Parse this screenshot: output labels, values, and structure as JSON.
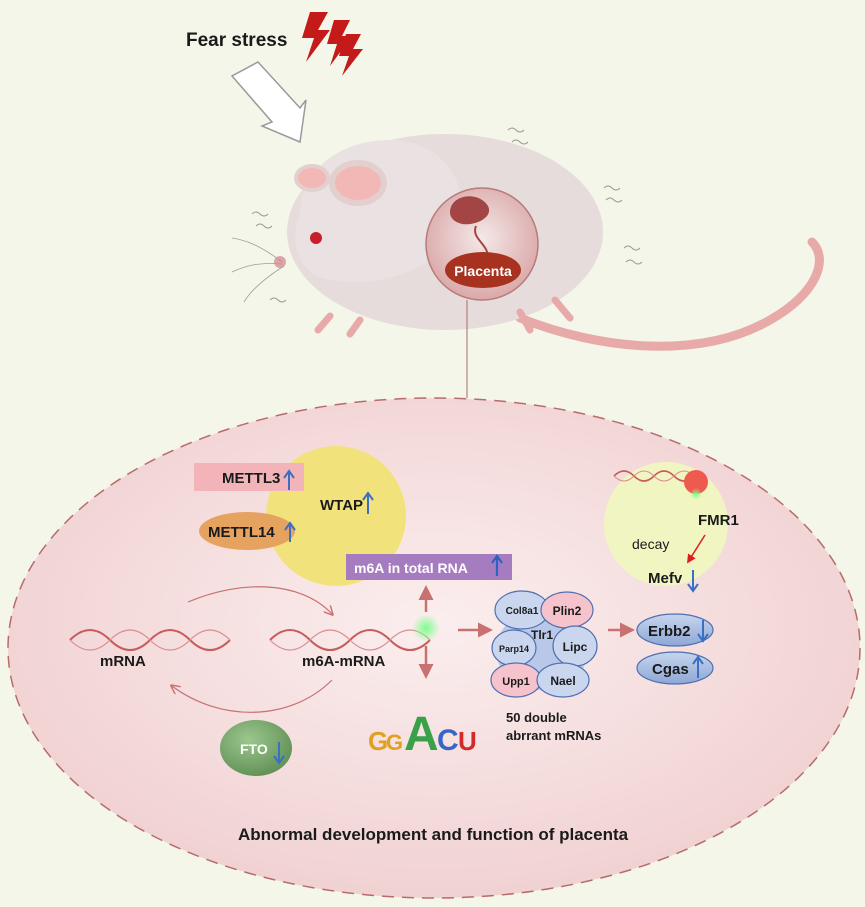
{
  "header": {
    "stressor": "Fear stress"
  },
  "organ": {
    "placenta": "Placenta"
  },
  "writers": {
    "mettl3": "METTL3",
    "mettl14": "METTL14",
    "wtap": "WTAP"
  },
  "rna": {
    "mrna": "mRNA",
    "m6a_mrna": "m6A-mRNA",
    "total_rna": "m6A in total RNA"
  },
  "eraser": {
    "fto": "FTO"
  },
  "motif": {
    "letters": [
      "G",
      "G",
      "A",
      "C",
      "U"
    ]
  },
  "targets": {
    "genes": [
      "Col8a1",
      "Plin2",
      "Tlr1",
      "Parp14",
      "Lipc",
      "Upp1",
      "Nael"
    ],
    "caption_line1": "50 double",
    "caption_line2": "abrrant mRNAs"
  },
  "reader": {
    "fmr1": "FMR1",
    "decay": "decay",
    "mefv": "Mefv"
  },
  "downstream": {
    "erbb2": "Erbb2",
    "cgas": "Cgas"
  },
  "footer": {
    "conclusion": "Abnormal development and function of placenta"
  },
  "colors": {
    "background": "#f3f6e8",
    "cell": "#f6dede",
    "cell_border": "#b86b6b",
    "writer_circle": "#f1e27c",
    "mettl3": "#f2b4b8",
    "mettl14": "#e6a25f",
    "total_rna_box": "#a57cc0",
    "fto": "#7fae72",
    "arrow": "#c97070",
    "up_arrow": "#3a6fc4",
    "placenta": "#a7321f",
    "lightning": "#c41a1a"
  }
}
